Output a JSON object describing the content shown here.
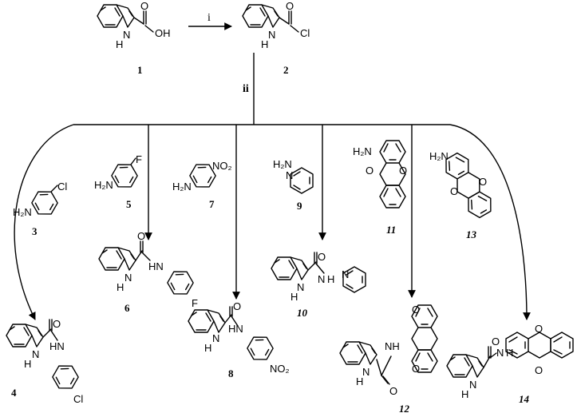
{
  "reagents": {
    "step1": "i",
    "step2": "ii"
  },
  "labels": {
    "OH": "OH",
    "O": "O",
    "Cl": "Cl",
    "H": "H",
    "N": "N",
    "H2N": "H₂N",
    "F": "F",
    "NO2": "NO₂",
    "HN": "HN",
    "NH": "NH"
  },
  "compounds": [
    "1",
    "2",
    "3",
    "4",
    "5",
    "6",
    "7",
    "8",
    "9",
    "10",
    "11",
    "12",
    "13",
    "14"
  ]
}
